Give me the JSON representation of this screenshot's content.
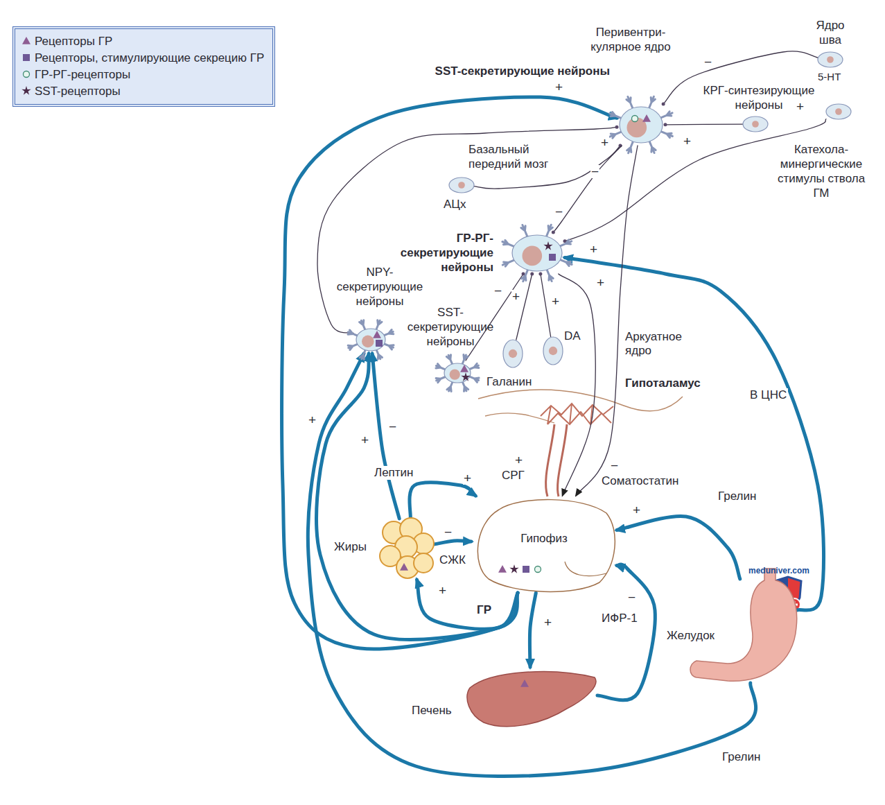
{
  "diagram": {
    "nodes": [
      {
        "text": [
          "SST-секретирующие нейроны",
          "Перивентри- кулярное ядро"
        ]
      },
      {
        "text": [
          "Ядро шва",
          "5-HT"
        ]
      },
      {
        "text": [
          "КРГ-синтезирующие нейроны"
        ]
      },
      {
        "text": [
          "Катехола- минергические стимулы ствола ГМ"
        ]
      },
      {
        "text": [
          "Базальный передний мозг",
          "АЦх"
        ]
      },
      {
        "text": [
          "ГР-РГ- секретирующие нейроны"
        ]
      },
      {
        "text": [
          "NPY- секретирующие нейроны"
        ]
      },
      {
        "text": [
          "SST- секретирующие нейроны"
        ]
      },
      {
        "text": [
          "Галанин"
        ]
      },
      {
        "text": [
          "DA"
        ]
      },
      {
        "text": [
          "Гипофиз"
        ]
      },
      {
        "text": [
          "Жиры"
        ]
      },
      {
        "text": [
          "Печень"
        ]
      },
      {
        "text": [
          "Желудок"
        ]
      }
    ],
    "edges": [
      {
        "from": 10,
        "to": 12,
        "arrow": "to",
        "label": "ГР"
      },
      {
        "from": 10,
        "to": 11,
        "arrow": "to"
      },
      {
        "from": 10,
        "to": 6,
        "arrow": "to"
      },
      {
        "from": 10,
        "to": 0,
        "arrow": "to"
      },
      {
        "from": 11,
        "to": 10,
        "arrow": "to",
        "label": "Лептин"
      },
      {
        "from": 11,
        "to": 10,
        "arrow": "to",
        "label": "СЖК"
      },
      {
        "from": 11,
        "to": 6,
        "arrow": "to"
      },
      {
        "from": 12,
        "to": 10,
        "arrow": "to",
        "label": "ИФР-1"
      },
      {
        "from": 13,
        "to": 10,
        "arrow": "to",
        "label": "Грелин"
      },
      {
        "from": 13,
        "to": 5,
        "arrow": "to",
        "label": "В ЦНС"
      },
      {
        "from": 13,
        "to": 6,
        "arrow": "to",
        "label": "Грелин"
      },
      {
        "from": 4,
        "to": 0,
        "arrow": "none"
      },
      {
        "from": 1,
        "to": 0,
        "arrow": "none"
      },
      {
        "from": 2,
        "to": 0,
        "arrow": "none"
      },
      {
        "from": 0,
        "to": 10,
        "arrow": "to",
        "label": "Соматостатин"
      },
      {
        "from": 0,
        "to": 5,
        "arrow": "none"
      },
      {
        "from": 3,
        "to": 5,
        "arrow": "none"
      },
      {
        "from": 8,
        "to": 5,
        "arrow": "none"
      },
      {
        "from": 9,
        "to": 5,
        "arrow": "none"
      },
      {
        "from": 7,
        "to": 5,
        "arrow": "none"
      },
      {
        "from": 5,
        "to": 10,
        "arrow": "to",
        "label": "СРГ"
      },
      {
        "from": 6,
        "to": 0,
        "arrow": "none"
      }
    ],
    "labels": [
      "Аркуатное ядро",
      "Гипоталамус",
      "meduniver.com",
      "+",
      "+",
      "−",
      "−",
      "+",
      "+",
      "−",
      "+",
      "−",
      "+",
      "+",
      "+",
      "+",
      "+",
      "−",
      "+",
      "−",
      "+",
      "−",
      "+",
      "−",
      "+",
      "+"
    ],
    "legend": [
      {
        "text": "Рецепторы ГР"
      },
      {
        "text": "Рецепторы, стимулирующие секрецию ГР"
      },
      {
        "text": "ГР-РГ-рецепторы"
      },
      {
        "text": "SST-рецепторы"
      }
    ]
  }
}
